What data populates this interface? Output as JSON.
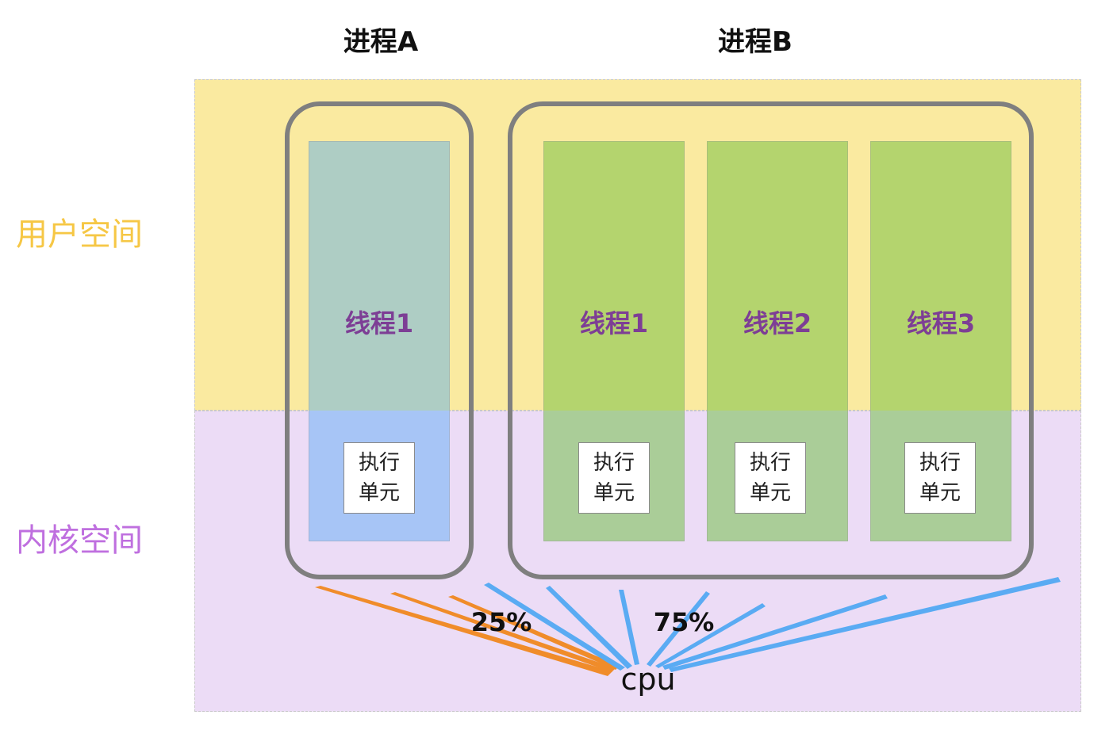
{
  "regions": {
    "user_space": "用户空间",
    "kernel_space": "内核空间"
  },
  "processes": [
    {
      "title": "进程A",
      "threads": [
        {
          "label": "线程1",
          "exec": [
            "执行",
            "单元"
          ]
        }
      ]
    },
    {
      "title": "进程B",
      "threads": [
        {
          "label": "线程1",
          "exec": [
            "执行",
            "单元"
          ]
        },
        {
          "label": "线程2",
          "exec": [
            "执行",
            "单元"
          ]
        },
        {
          "label": "线程3",
          "exec": [
            "执行",
            "单元"
          ]
        }
      ]
    }
  ],
  "cpu": {
    "label": "cpu",
    "share_a": "25%",
    "share_b": "75%"
  },
  "colors": {
    "user_zone": "#faeaa0",
    "kernel_zone": "#ecdcf6",
    "user_label": "#f6c745",
    "kernel_label": "#bf6fdf",
    "thread_a_top": "#aecdc4",
    "thread_a_bot": "#a7c5f6",
    "thread_b_top": "#b4d46e",
    "thread_b_bot": "#aacd98",
    "frame": "#7f7f7f",
    "orange_line": "#f08c2a",
    "blue_line": "#5aabf3"
  }
}
